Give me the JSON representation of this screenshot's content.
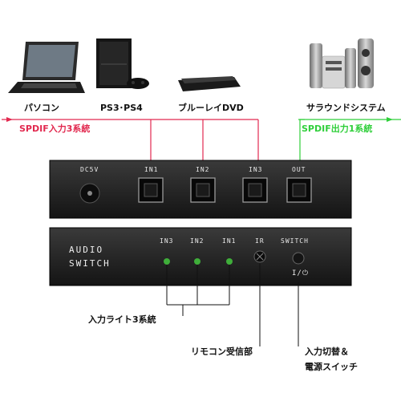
{
  "sources": {
    "pc": "パソコン",
    "ps": "PS3･PS4",
    "bluray": "ブルーレイDVD",
    "surround": "サラウンドシステム"
  },
  "spdif": {
    "input": "SPDIF入力3系統",
    "output": "SPDIF出力1系統"
  },
  "rear_panel": {
    "dc": "DC5V",
    "in1": "IN1",
    "in2": "IN2",
    "in3": "IN3",
    "out": "OUT"
  },
  "front_panel": {
    "title_line1": "AUDIO",
    "title_line2": "SWITCH",
    "in3": "IN3",
    "in2": "IN2",
    "in1": "IN1",
    "ir": "IR",
    "switch": "SWITCH",
    "power": "I/⏻"
  },
  "callouts": {
    "lights": "入力ライト3系統",
    "remote": "リモコン受信部",
    "switch_line1": "入力切替＆",
    "switch_line2": "電源スイッチ"
  },
  "colors": {
    "input_line": "#e2294f",
    "output_line": "#2fcf3a",
    "led": "#3fae3a"
  }
}
